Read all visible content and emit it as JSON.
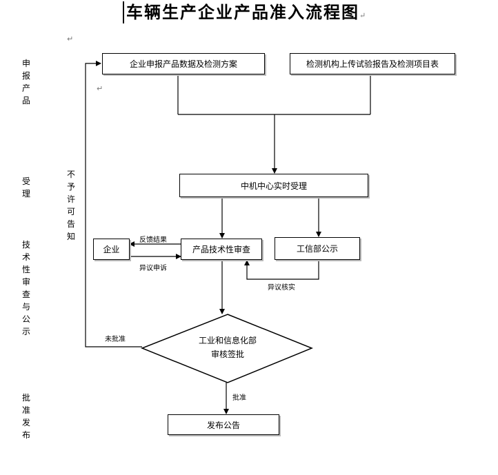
{
  "title": "车辆生产企业产品准入流程图",
  "return_mark": "↵",
  "stages": [
    "申报产品",
    "受理",
    "技术性审查与公示",
    "批准发布"
  ],
  "boxes": {
    "company_submit": "企业申报产品数据及检测方案",
    "lab_upload": "检测机构上传试验报告及检测项目表",
    "center_accept": "中机中心实时受理",
    "enterprise": "企业",
    "tech_review": "产品技术性审查",
    "miit_publicity": "工信部公示",
    "approval": [
      "工业和信息化部",
      "审核签批"
    ],
    "publish": "发布公告"
  },
  "labels": {
    "not_allowed_notice": "不予许可告知",
    "feedback_result": "反馈结果",
    "objection_appeal": "异议申诉",
    "objection_verify": "异议核实",
    "not_approved": "未批准",
    "approved": "批准"
  }
}
